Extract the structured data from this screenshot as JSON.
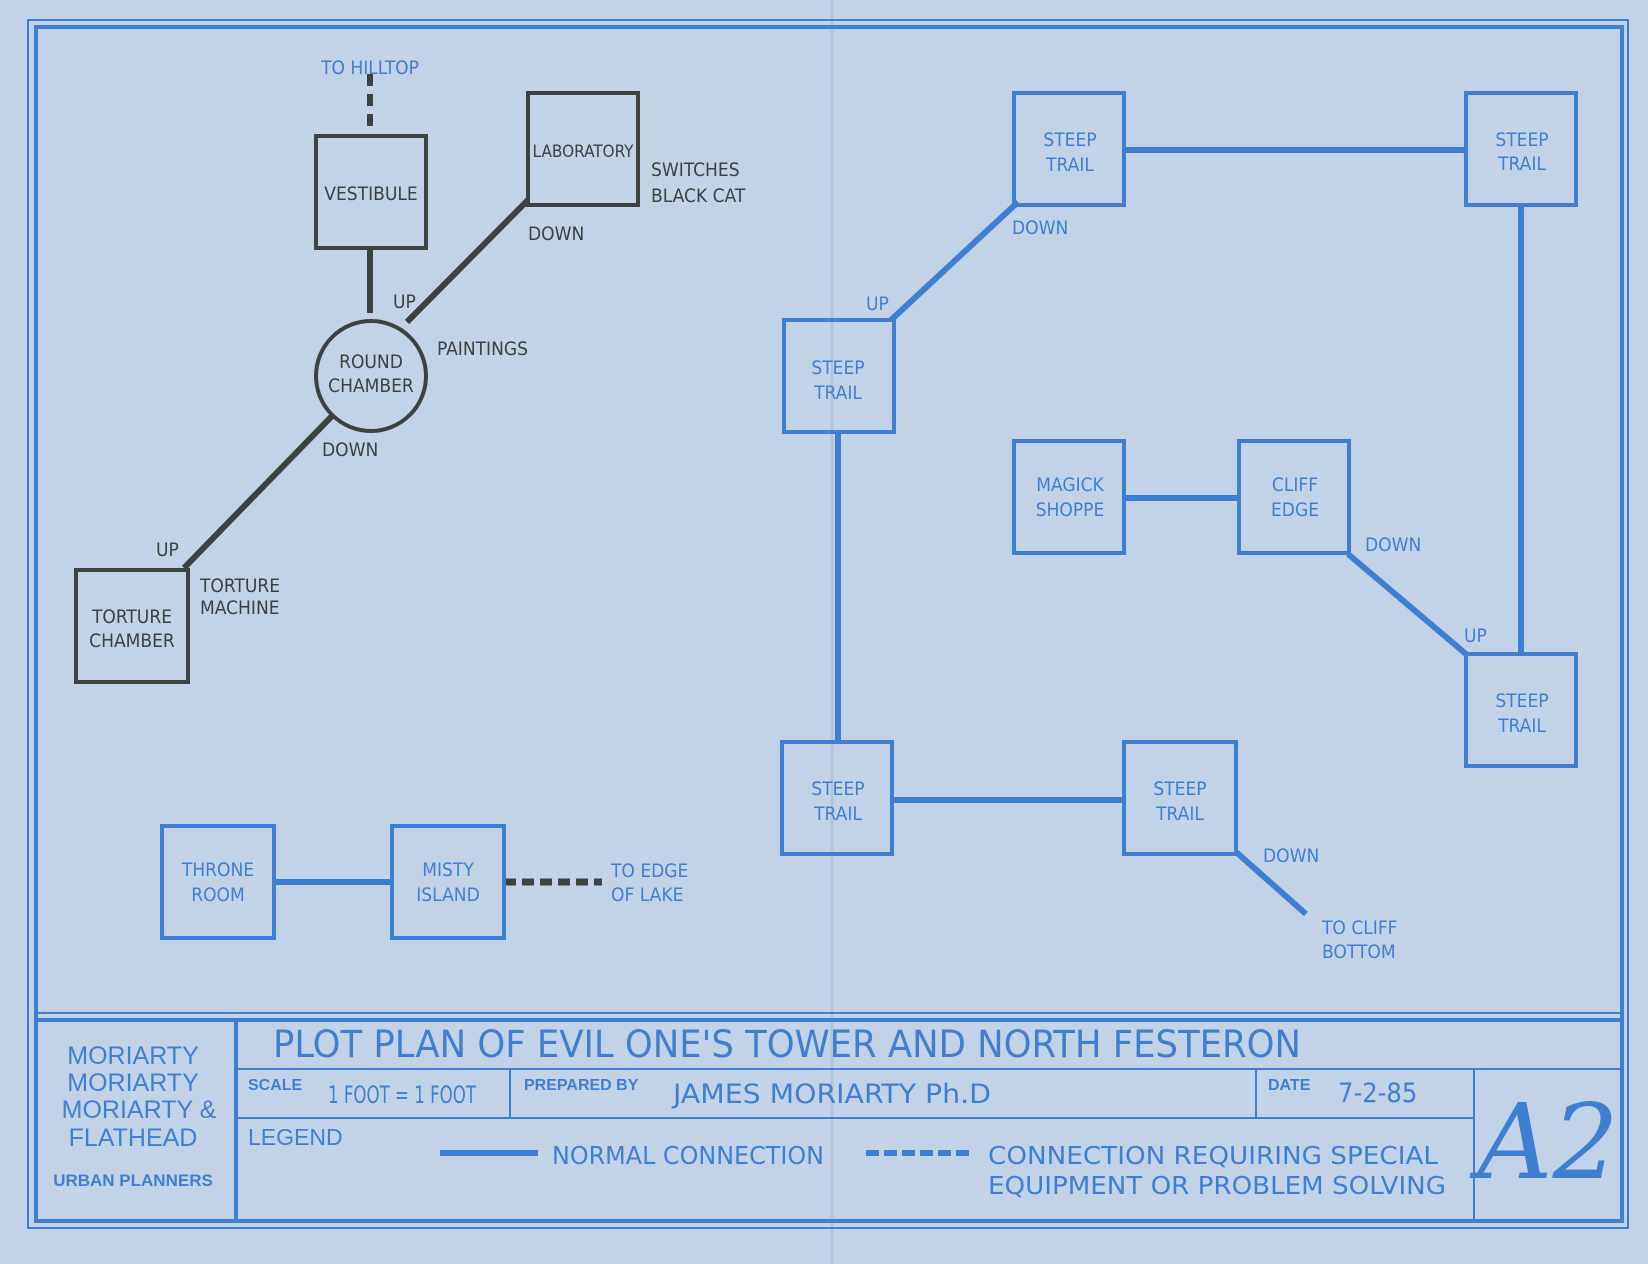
{
  "colors": {
    "paper": "#c3d3e7",
    "blue": "#3f7fd2",
    "ink": "#3d4140"
  },
  "tower": {
    "to_hilltop": "TO HILLTOP",
    "vestibule": "VESTIBULE",
    "laboratory": "LABORATORY",
    "lab_note_1": "SWITCHES",
    "lab_note_2": "BLACK CAT",
    "lab_down": "DOWN",
    "round_up": "UP",
    "paintings": "PAINTINGS",
    "round_1": "ROUND",
    "round_2": "CHAMBER",
    "round_down": "DOWN",
    "torture_up": "UP",
    "torture_1": "TORTURE",
    "torture_2": "CHAMBER",
    "torture_note_1": "TORTURE",
    "torture_note_2": "MACHINE"
  },
  "lake": {
    "throne_1": "THRONE",
    "throne_2": "ROOM",
    "misty_1": "MISTY",
    "misty_2": "ISLAND",
    "edge_1": "TO EDGE",
    "edge_2": "OF LAKE"
  },
  "festeron": {
    "trail_1": "STEEP",
    "trail_2": "TRAIL",
    "down_a": "DOWN",
    "up_a": "UP",
    "magick_1": "MAGICK",
    "magick_2": "SHOPPE",
    "cliff_1": "CLIFF",
    "cliff_2": "EDGE",
    "down_b": "DOWN",
    "up_b": "UP",
    "down_c": "DOWN",
    "cliff_bottom_1": "TO CLIFF",
    "cliff_bottom_2": "BOTTOM"
  },
  "title_block": {
    "firm_1": "MORIARTY",
    "firm_2": "MORIARTY",
    "firm_3": "MORIARTY &",
    "firm_4": "FLATHEAD",
    "firm_sub": "URBAN PLANNERS",
    "title": "PLOT PLAN OF EVIL ONE'S TOWER AND NORTH FESTERON",
    "scale_label": "SCALE",
    "scale_value": "1 FOOT = 1 FOOT",
    "prepared_label": "PREPARED BY",
    "prepared_value": "JAMES MORIARTY Ph.D",
    "date_label": "DATE",
    "date_value": "7-2-85",
    "legend_label": "LEGEND",
    "legend_normal": "NORMAL CONNECTION",
    "legend_special_1": "CONNECTION REQUIRING SPECIAL",
    "legend_special_2": "EQUIPMENT OR PROBLEM SOLVING",
    "sheet_number": "A2"
  }
}
